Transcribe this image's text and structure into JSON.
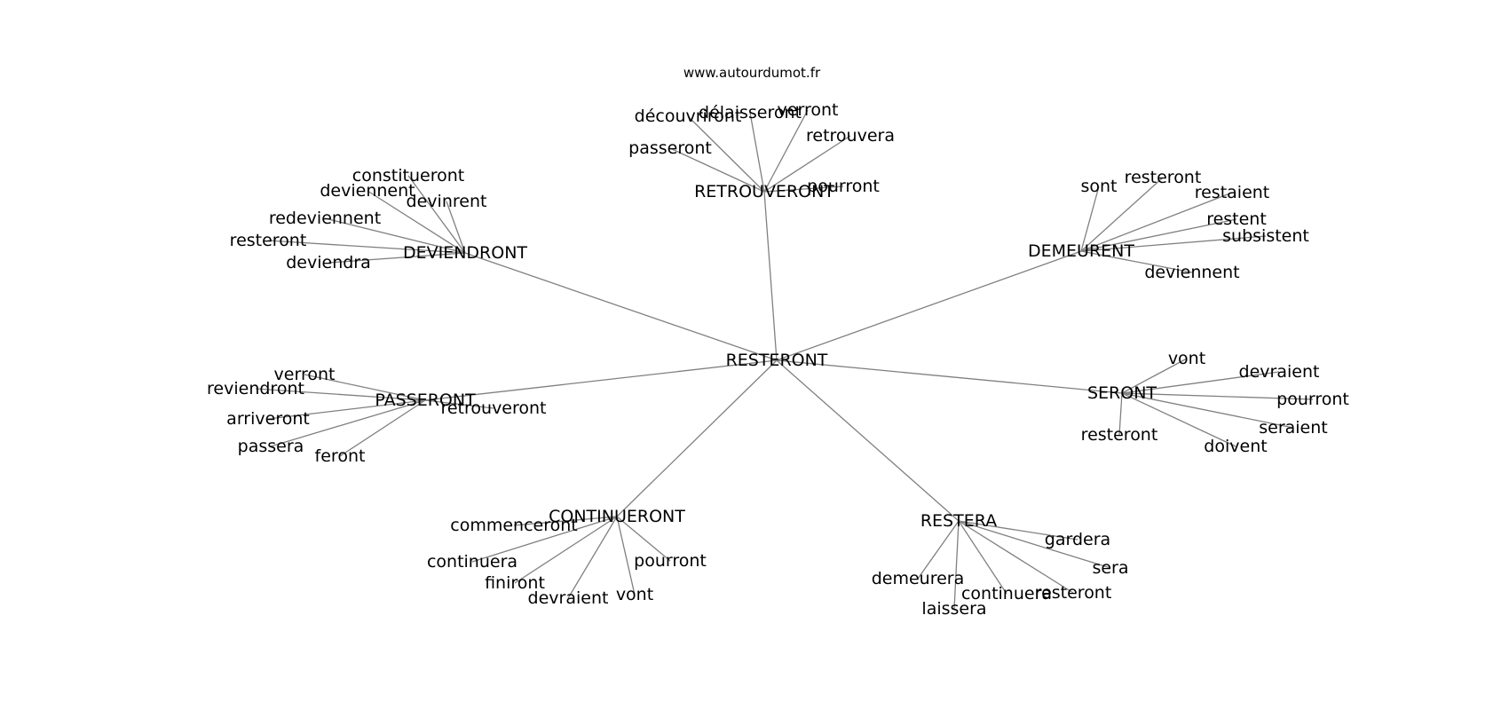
{
  "site": {
    "url": "www.autourdumot.fr"
  },
  "graph": {
    "edge_color": "#808080",
    "text_color": "#000000",
    "center": {
      "label": "RESTERONT"
    },
    "hubs": [
      {
        "label": "RETROUVERONT",
        "leaves": [
          {
            "label": "découvriront"
          },
          {
            "label": "délaisseront"
          },
          {
            "label": "verront"
          },
          {
            "label": "retrouvera"
          },
          {
            "label": "passeront"
          },
          {
            "label": "pourront"
          }
        ]
      },
      {
        "label": "DEVIENDRONT",
        "leaves": [
          {
            "label": "constitueront"
          },
          {
            "label": "deviennent"
          },
          {
            "label": "devinrent"
          },
          {
            "label": "redeviennent"
          },
          {
            "label": "resteront"
          },
          {
            "label": "deviendra"
          }
        ]
      },
      {
        "label": "DEMEURENT",
        "leaves": [
          {
            "label": "sont"
          },
          {
            "label": "resteront"
          },
          {
            "label": "restaient"
          },
          {
            "label": "restent"
          },
          {
            "label": "subsistent"
          },
          {
            "label": "deviennent"
          }
        ]
      },
      {
        "label": "PASSERONT",
        "leaves": [
          {
            "label": "verront"
          },
          {
            "label": "reviendront"
          },
          {
            "label": "arriveront"
          },
          {
            "label": "passera"
          },
          {
            "label": "feront"
          },
          {
            "label": "retrouveront"
          }
        ]
      },
      {
        "label": "SERONT",
        "leaves": [
          {
            "label": "vont"
          },
          {
            "label": "devraient"
          },
          {
            "label": "pourront"
          },
          {
            "label": "seraient"
          },
          {
            "label": "doivent"
          },
          {
            "label": "resteront"
          }
        ]
      },
      {
        "label": "CONTINUERONT",
        "leaves": [
          {
            "label": "commenceront"
          },
          {
            "label": "continuera"
          },
          {
            "label": "finiront"
          },
          {
            "label": "devraient"
          },
          {
            "label": "vont"
          },
          {
            "label": "pourront"
          }
        ]
      },
      {
        "label": "RESTERA",
        "leaves": [
          {
            "label": "gardera"
          },
          {
            "label": "sera"
          },
          {
            "label": "demeurera"
          },
          {
            "label": "laissera"
          },
          {
            "label": "continuera"
          },
          {
            "label": "resteront"
          }
        ]
      }
    ]
  }
}
